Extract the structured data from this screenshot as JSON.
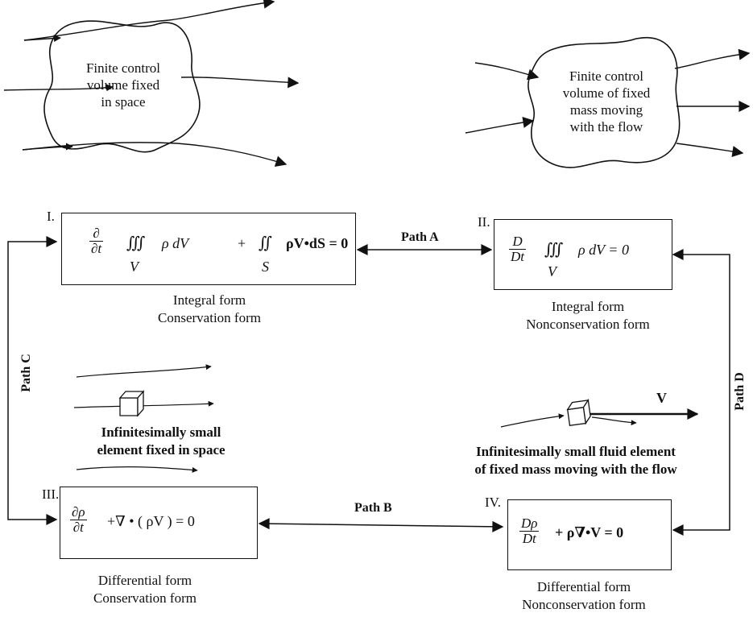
{
  "top_left_cv": {
    "lines": [
      "Finite control",
      "volume fixed",
      "in space"
    ]
  },
  "top_right_cv": {
    "lines": [
      "Finite control",
      "volume  of fixed",
      "mass moving",
      "with the flow"
    ]
  },
  "box_I": {
    "numeral": "I.",
    "frac_num": "∂",
    "frac_den": "∂t",
    "triple_integral": "∭",
    "rho_dV": "ρ dV",
    "vol_sub": "V",
    "plus": "+",
    "double_integral": "∬",
    "surf_sub": "S",
    "flux_term": "ρV•dS = 0",
    "caption_line1": "Integral form",
    "caption_line2": "Conservation form"
  },
  "box_II": {
    "numeral": "II.",
    "frac_num": "D",
    "frac_den": "Dt",
    "triple_integral": "∭",
    "rho_dV": "ρ dV = 0",
    "vol_sub": "V",
    "caption_line1": "Integral form",
    "caption_line2": "Nonconservation form"
  },
  "box_III": {
    "numeral": "III.",
    "frac_num": "∂ρ",
    "frac_den": "∂t",
    "rest": "+∇ •  ( ρV ) = 0",
    "caption_line1": "Differential form",
    "caption_line2": "Conservation form"
  },
  "box_IV": {
    "numeral": "IV.",
    "frac_num": "Dρ",
    "frac_den": "Dt",
    "rest": "+ ρ∇•V = 0",
    "caption_line1": "Differential form",
    "caption_line2": "Nonconservation form"
  },
  "paths": {
    "A": "Path A",
    "B": "Path B",
    "C": "Path C",
    "D": "Path D"
  },
  "left_element": {
    "line1": "Infinitesimally small",
    "line2": "element fixed in space"
  },
  "right_element": {
    "velocity_label": "V",
    "line1": "Infinitesimally small fluid element",
    "line2": "of fixed mass moving with the flow"
  }
}
